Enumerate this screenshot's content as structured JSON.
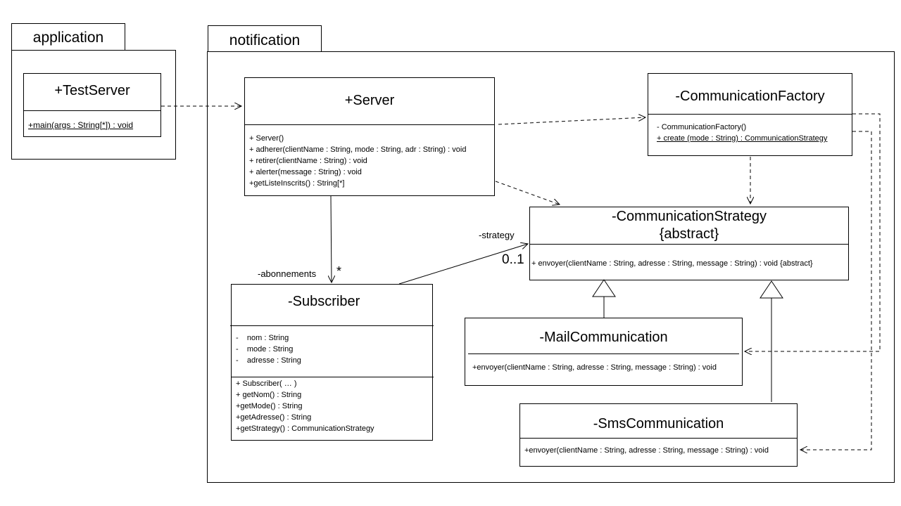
{
  "packages": {
    "application": {
      "name": "application"
    },
    "notification": {
      "name": "notification"
    }
  },
  "classes": {
    "test_server": {
      "name": "+TestServer",
      "operations": [
        "+main(args : String[*]) : void"
      ]
    },
    "server": {
      "name": "+Server",
      "operations": [
        "+ Server()",
        "+ adherer(clientName : String, mode  : String, adr : String) : void",
        "+ retirer(clientName : String) : void",
        "+ alerter(message : String) : void",
        "+getListeInscrits() : String[*]"
      ]
    },
    "communication_factory": {
      "name": "-CommunicationFactory",
      "operations": [
        "- CommunicationFactory()",
        "+ create (mode : String) : CommunicationStrategy"
      ]
    },
    "communication_strategy": {
      "name": "-CommunicationStrategy",
      "stereotype": "{abstract}",
      "operations": [
        "+ envoyer(clientName : String, adresse : String, message : String) : void {abstract}"
      ]
    },
    "subscriber": {
      "name": "-Subscriber",
      "attributes": [
        "-    nom : String",
        "-    mode : String",
        "-    adresse : String"
      ],
      "operations": [
        "+ Subscriber( … )",
        "+ getNom()  : String",
        "+getMode()  : String",
        "+getAdresse()  : String",
        "+getStrategy()  : CommunicationStrategy"
      ]
    },
    "mail_communication": {
      "name": "-MailCommunication",
      "operations": [
        "+envoyer(clientName  : String, adresse : String, message : String) : void"
      ]
    },
    "sms_communication": {
      "name": "-SmsCommunication",
      "operations": [
        "+envoyer(clientName  : String, adresse : String, message : String) : void"
      ]
    }
  },
  "associations": {
    "abonnements": {
      "role": "-abonnements",
      "multiplicity": "*"
    },
    "strategy": {
      "role": "-strategy",
      "multiplicity": "0..1"
    }
  }
}
